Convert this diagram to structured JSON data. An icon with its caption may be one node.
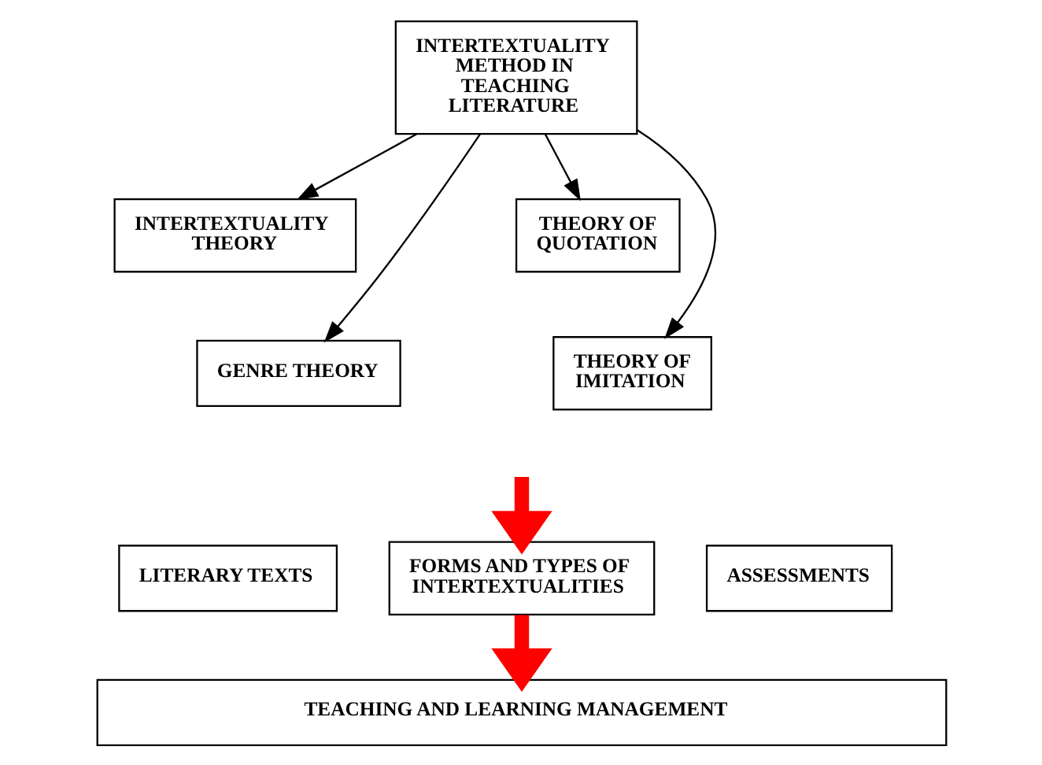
{
  "diagram": {
    "nodes": [
      {
        "text": [
          "INTERTEXTUALITY METHOD IN TEACHING LITERATURE"
        ]
      },
      {
        "text": [
          "INTERTEXTUALITY THEORY"
        ]
      },
      {
        "text": [
          "THEORY OF QUOTATION"
        ]
      },
      {
        "text": [
          "GENRE THEORY"
        ]
      },
      {
        "text": [
          "THEORY OF IMITATION"
        ]
      },
      {
        "text": [
          "LITERARY TEXTS"
        ]
      },
      {
        "text": [
          "FORMS AND TYPES OF INTERTEXTUALITIES"
        ]
      },
      {
        "text": [
          "ASSESSMENTS"
        ]
      },
      {
        "text": [
          "TEACHING AND LEARNING MANAGEMENT"
        ]
      }
    ],
    "edges": [
      {
        "from": 0,
        "to": 1,
        "arrow": "to"
      },
      {
        "from": 0,
        "to": 2,
        "arrow": "to"
      },
      {
        "from": 0,
        "to": 3,
        "arrow": "to"
      },
      {
        "from": 0,
        "to": 4,
        "arrow": "to"
      },
      {
        "from": null,
        "to": 6,
        "arrow": "to",
        "style": "thick",
        "color": "#ff0000"
      },
      {
        "from": 6,
        "to": 8,
        "arrow": "to",
        "style": "thick",
        "color": "#ff0000"
      }
    ]
  }
}
